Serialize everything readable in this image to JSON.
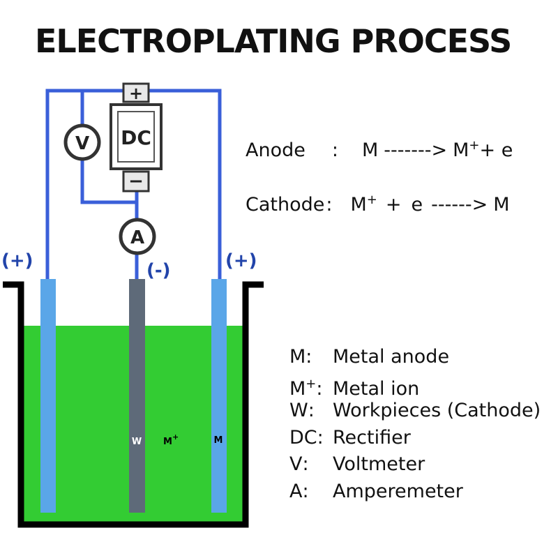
{
  "title": "ELECTROPLATING PROCESS",
  "colors": {
    "wire": "#3a5fd9",
    "electrolyte": "#33cc33",
    "anode_rod": "#5aa6e8",
    "cathode_rod": "#5e6a79",
    "tank": "#000000",
    "polarity_text": "#2244aa"
  },
  "meters": {
    "voltmeter": "V",
    "dc_source": "DC",
    "dc_plus": "+",
    "dc_minus": "−",
    "ammeter": "A"
  },
  "polarity": {
    "left_anode": "(+)",
    "cathode": "(-)",
    "right_anode": "(+)"
  },
  "rod_labels": {
    "cathode": "W",
    "ion": "M",
    "ion_sup": "+",
    "anode": "M"
  },
  "equations": {
    "anode": {
      "label": "Anode",
      "colon": ":",
      "lhs": "M",
      "arrow": "------->",
      "rhs": "M",
      "rhs_sup": "+",
      "rest": "+ e"
    },
    "cathode": {
      "label": "Cathode",
      "colon": ":",
      "lhs": "M",
      "lhs_sup": "+",
      "plus": "+",
      "e": "e",
      "arrow": "------>",
      "rhs": "M"
    }
  },
  "legend": [
    {
      "key": "M",
      "sep": " :",
      "desc": "Metal anode"
    },
    {
      "key": "M",
      "key_sup": "+",
      "sep": ":",
      "desc": "Metal ion"
    },
    {
      "key": "W",
      "sep": " :",
      "desc": "Workpieces (Cathode)"
    },
    {
      "key": "DC",
      "sep": ":",
      "desc": "Rectifier"
    },
    {
      "key": "V",
      "sep": " :",
      "desc": "Voltmeter"
    },
    {
      "key": "A",
      "sep": " :",
      "desc": "Amperemeter"
    }
  ]
}
